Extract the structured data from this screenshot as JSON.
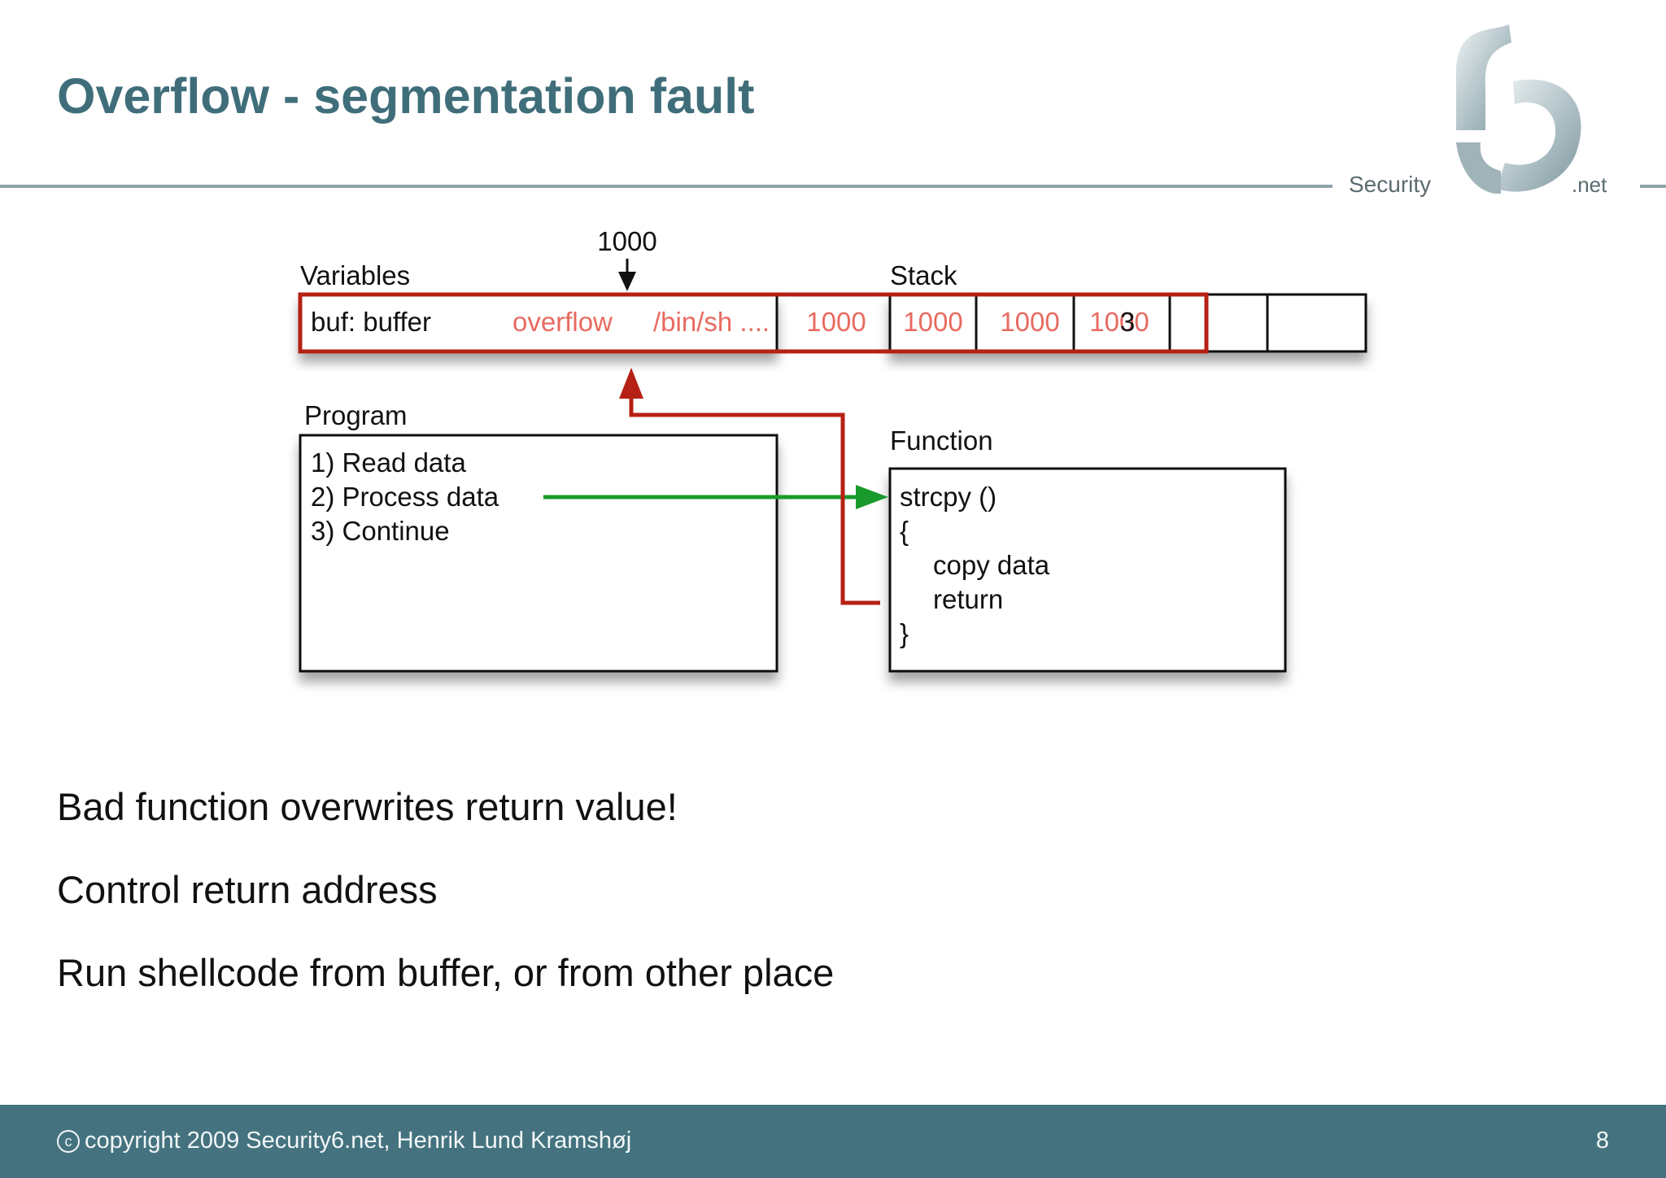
{
  "slide": {
    "title": "Overflow - segmentation fault"
  },
  "logo": {
    "left_text": "Security",
    "right_text": ".net"
  },
  "diagram": {
    "pointer_label": "1000",
    "variables_label": "Variables",
    "stack_label": "Stack",
    "buffer_name": "buf: buffer",
    "overflow_text": "overflow",
    "shell_text": "/bin/sh ....",
    "cells": [
      "1000",
      "1000",
      "1000",
      "1000"
    ],
    "overlap_digit": "3",
    "program_label": "Program",
    "program_lines": [
      "1) Read data",
      "2) Process data",
      "3) Continue"
    ],
    "function_label": "Function",
    "function_lines": [
      "strcpy ()",
      "{",
      "copy data",
      "return",
      "}"
    ]
  },
  "bullets": [
    "Bad function overwrites return value!",
    "Control return address",
    "Run shellcode from buffer, or from other place"
  ],
  "footer": {
    "copyright_symbol": "c",
    "copyright": "copyright 2009 Security6.net, Henrik Lund Kramshøj",
    "page_number": "8"
  },
  "colors": {
    "title": "#3f6e7a",
    "footer_bg": "#44737f",
    "overflow_red": "#b52114",
    "overflow_text": "#e86a60",
    "call_green": "#1a9a2c"
  }
}
